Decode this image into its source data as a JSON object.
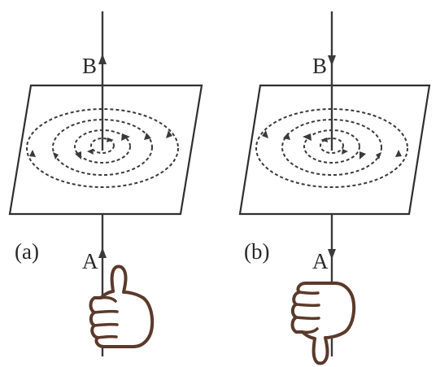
{
  "diagram": {
    "colors": {
      "wire": "#3a3a3a",
      "field_line": "#3a3a3a",
      "plane": "#2f2f2f",
      "hand": "#5b3a2b"
    },
    "panels": [
      {
        "caption": "(a)",
        "top_label": "B",
        "bottom_label": "A",
        "current_direction": "up",
        "field_direction": "counterclockwise",
        "hand_icon": "thumb-up-icon"
      },
      {
        "caption": "(b)",
        "top_label": "B",
        "bottom_label": "A",
        "current_direction": "down",
        "field_direction": "clockwise",
        "hand_icon": "thumb-down-icon"
      }
    ]
  }
}
